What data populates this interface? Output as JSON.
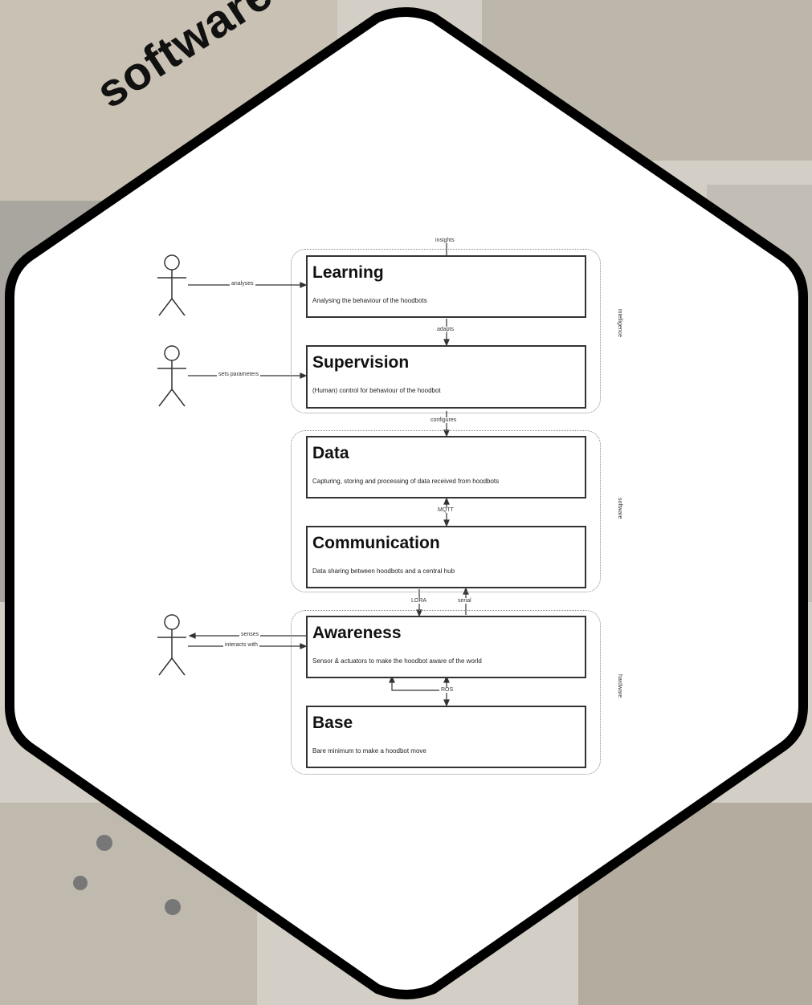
{
  "title": "software",
  "boxes": [
    {
      "name": "Learning",
      "desc": "Analysing the behaviour of the hoodbots"
    },
    {
      "name": "Supervision",
      "desc": "(Human) control for behaviour of the hoodbot"
    },
    {
      "name": "Data",
      "desc": "Capturing, storing and processing of data received from hoodbots"
    },
    {
      "name": "Communication",
      "desc": "Data sharing between hoodbots and a central hub"
    },
    {
      "name": "Awareness",
      "desc": "Sensor & actuators to make the hoodbot aware of the world"
    },
    {
      "name": "Base",
      "desc": "Bare minimum to make a hoodbot move"
    }
  ],
  "groups": [
    "intelligence",
    "software",
    "hardware"
  ],
  "edges": {
    "insights": "insights",
    "analyses": "analyses",
    "adapts": "adapts",
    "sets_parameters": "sets parameters",
    "configures": "configures",
    "mqtt": "MQTT",
    "lora": "LORA",
    "serial": "serial",
    "senses": "senses",
    "interacts_with": "interacts with",
    "ros": "ROS"
  },
  "colors": {
    "hexagon_fill": "#ffffff",
    "hexagon_stroke": "#000000",
    "background": "#cfcac2"
  }
}
